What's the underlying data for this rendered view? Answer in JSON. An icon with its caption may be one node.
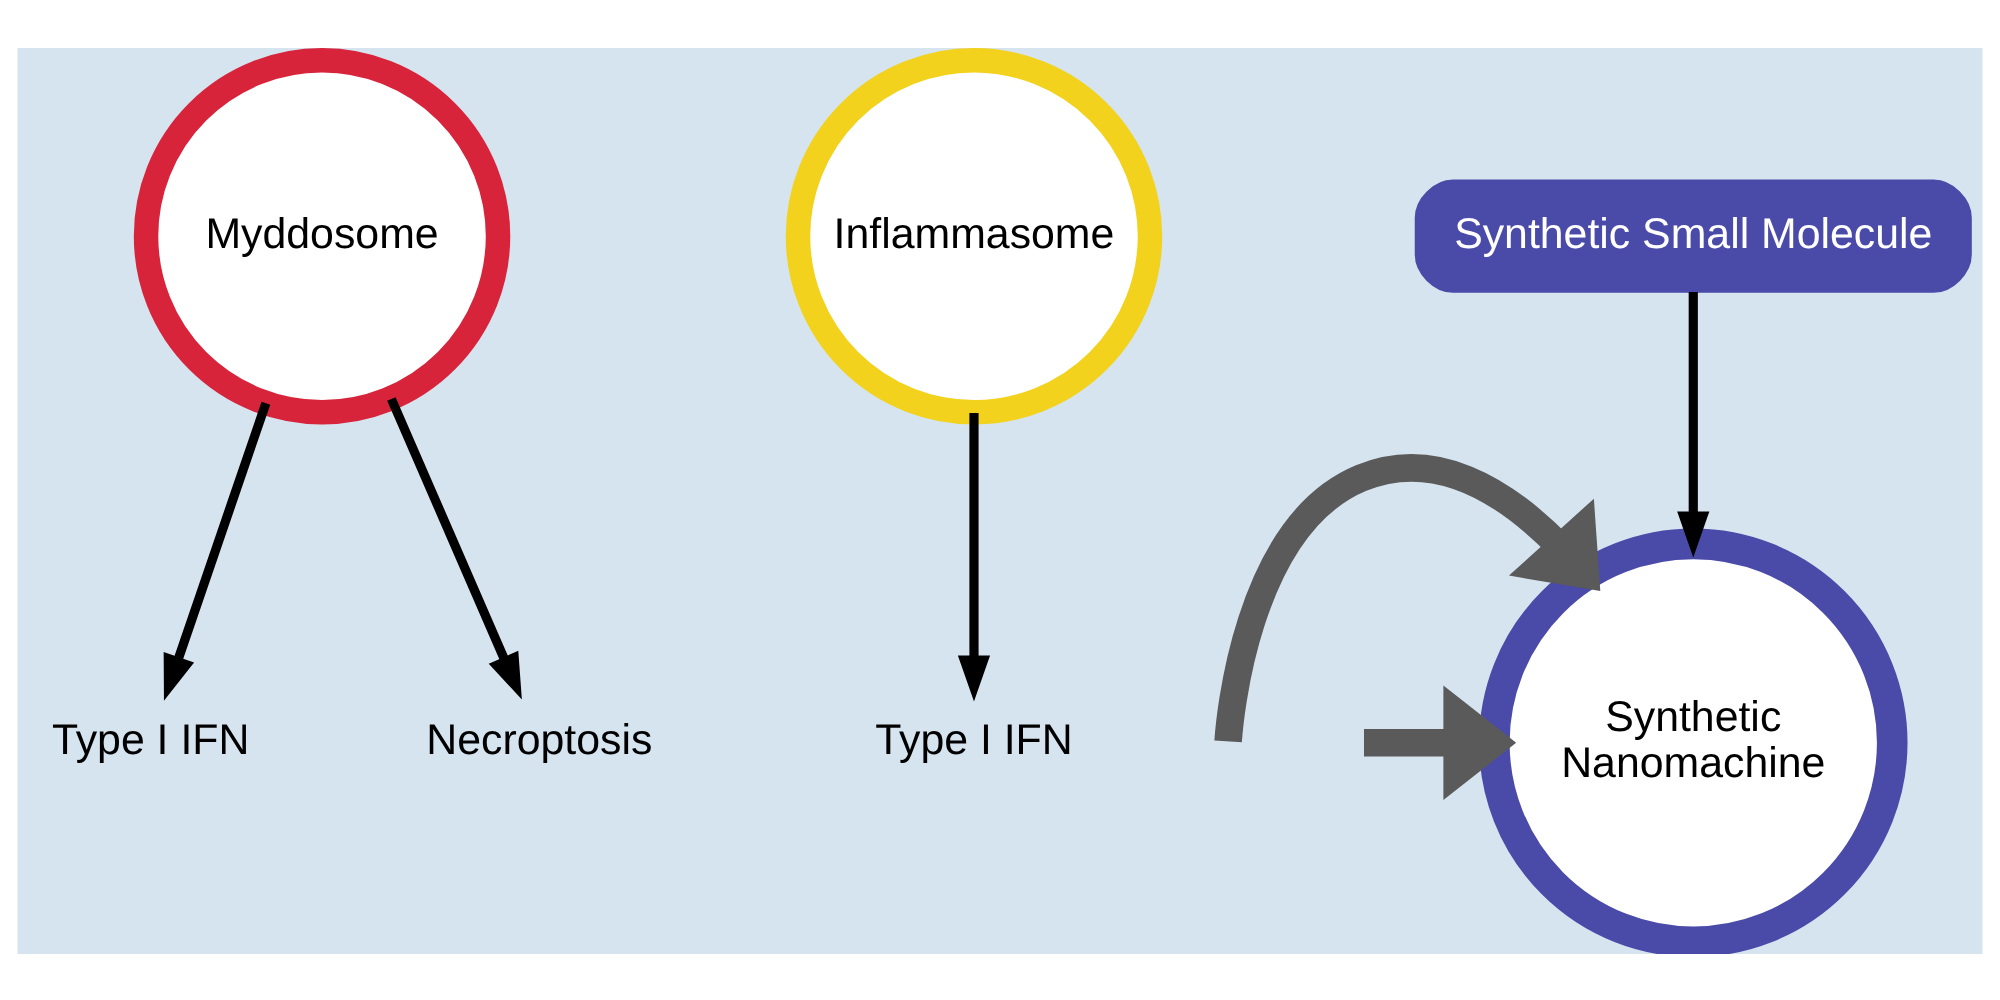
{
  "diagram": {
    "nodes": [
      {
        "text": [
          "Myddosome"
        ]
      },
      {
        "text": [
          "Type I IFN"
        ]
      },
      {
        "text": [
          "Necroptosis"
        ]
      },
      {
        "text": [
          "Inflammasome"
        ]
      },
      {
        "text": [
          "Type I IFN"
        ]
      },
      {
        "text": [
          "Synthetic Small Molecule"
        ]
      },
      {
        "text": [
          "Synthetic Nanomachine"
        ]
      }
    ],
    "edges": [
      {
        "from": 0,
        "to": 1,
        "arrow": "to"
      },
      {
        "from": 0,
        "to": 2,
        "arrow": "to"
      },
      {
        "from": 3,
        "to": 4,
        "arrow": "to"
      },
      {
        "from": 5,
        "to": 6,
        "arrow": "to"
      },
      {
        "from": null,
        "to": 6,
        "arrow": "to",
        "style": "thick",
        "color": "#5a5a5a"
      },
      {
        "from": null,
        "to": 6,
        "arrow": "to",
        "style": "thick",
        "color": "#5a5a5a"
      }
    ]
  }
}
